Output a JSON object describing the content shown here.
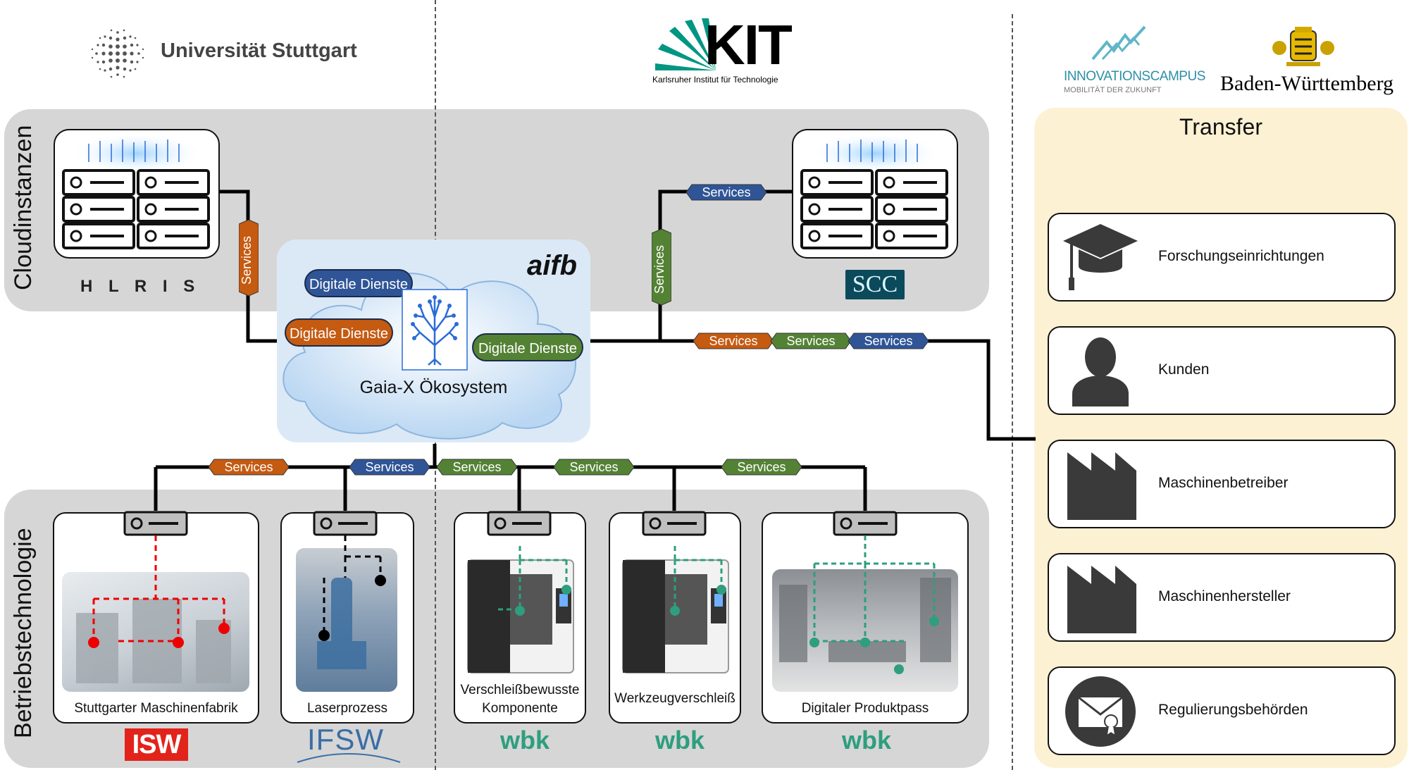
{
  "logos": {
    "uni_stuttgart": "Universität Stuttgart",
    "kit_main": "KIT",
    "kit_sub": "Karlsruher Institut für Technologie",
    "innovationscampus_main": "INNOVATIONSCAMPUS",
    "innovationscampus_sub": "MOBILITÄT DER ZUKUNFT",
    "baden_wuerttemberg": "Baden-Württemberg",
    "hlrs": "H L R I S",
    "scc": "SCC",
    "aifb": "aifb",
    "isw": "ISW",
    "ifsw": "IFSW",
    "wbk": "wbk"
  },
  "sections": {
    "cloud": "Cloudinstanzen",
    "betrieb": "Betriebstechnologie",
    "transfer": "Transfer"
  },
  "cloud": {
    "title": "Gaia-X Ökosystem",
    "service_pills": [
      "Digitale Dienste",
      "Digitale Dienste",
      "Digitale Dienste"
    ]
  },
  "service_tag": "Services",
  "machines": [
    {
      "label": "Stuttgarter Maschinenfabrik"
    },
    {
      "label": "Laserprozess"
    },
    {
      "label": "Verschleißbewusste Komponente"
    },
    {
      "label": "Werkzeugverschleiß"
    },
    {
      "label": "Digitaler Produktpass"
    }
  ],
  "transfer_items": [
    {
      "label": "Forschungseinrichtungen",
      "icon": "graduation-cap-icon"
    },
    {
      "label": "Kunden",
      "icon": "person-icon"
    },
    {
      "label": "Maschinenbetreiber",
      "icon": "factory-icon"
    },
    {
      "label": "Maschinenhersteller",
      "icon": "factory-icon"
    },
    {
      "label": "Regulierungsbehörden",
      "icon": "certificate-envelope-icon"
    }
  ],
  "colors": {
    "orange": "#c55a11",
    "blue": "#2f5597",
    "green": "#548235",
    "panel": "#d6d6d6",
    "transfer_bg": "#fdf1d3",
    "cloud": "#dbe9f7"
  }
}
